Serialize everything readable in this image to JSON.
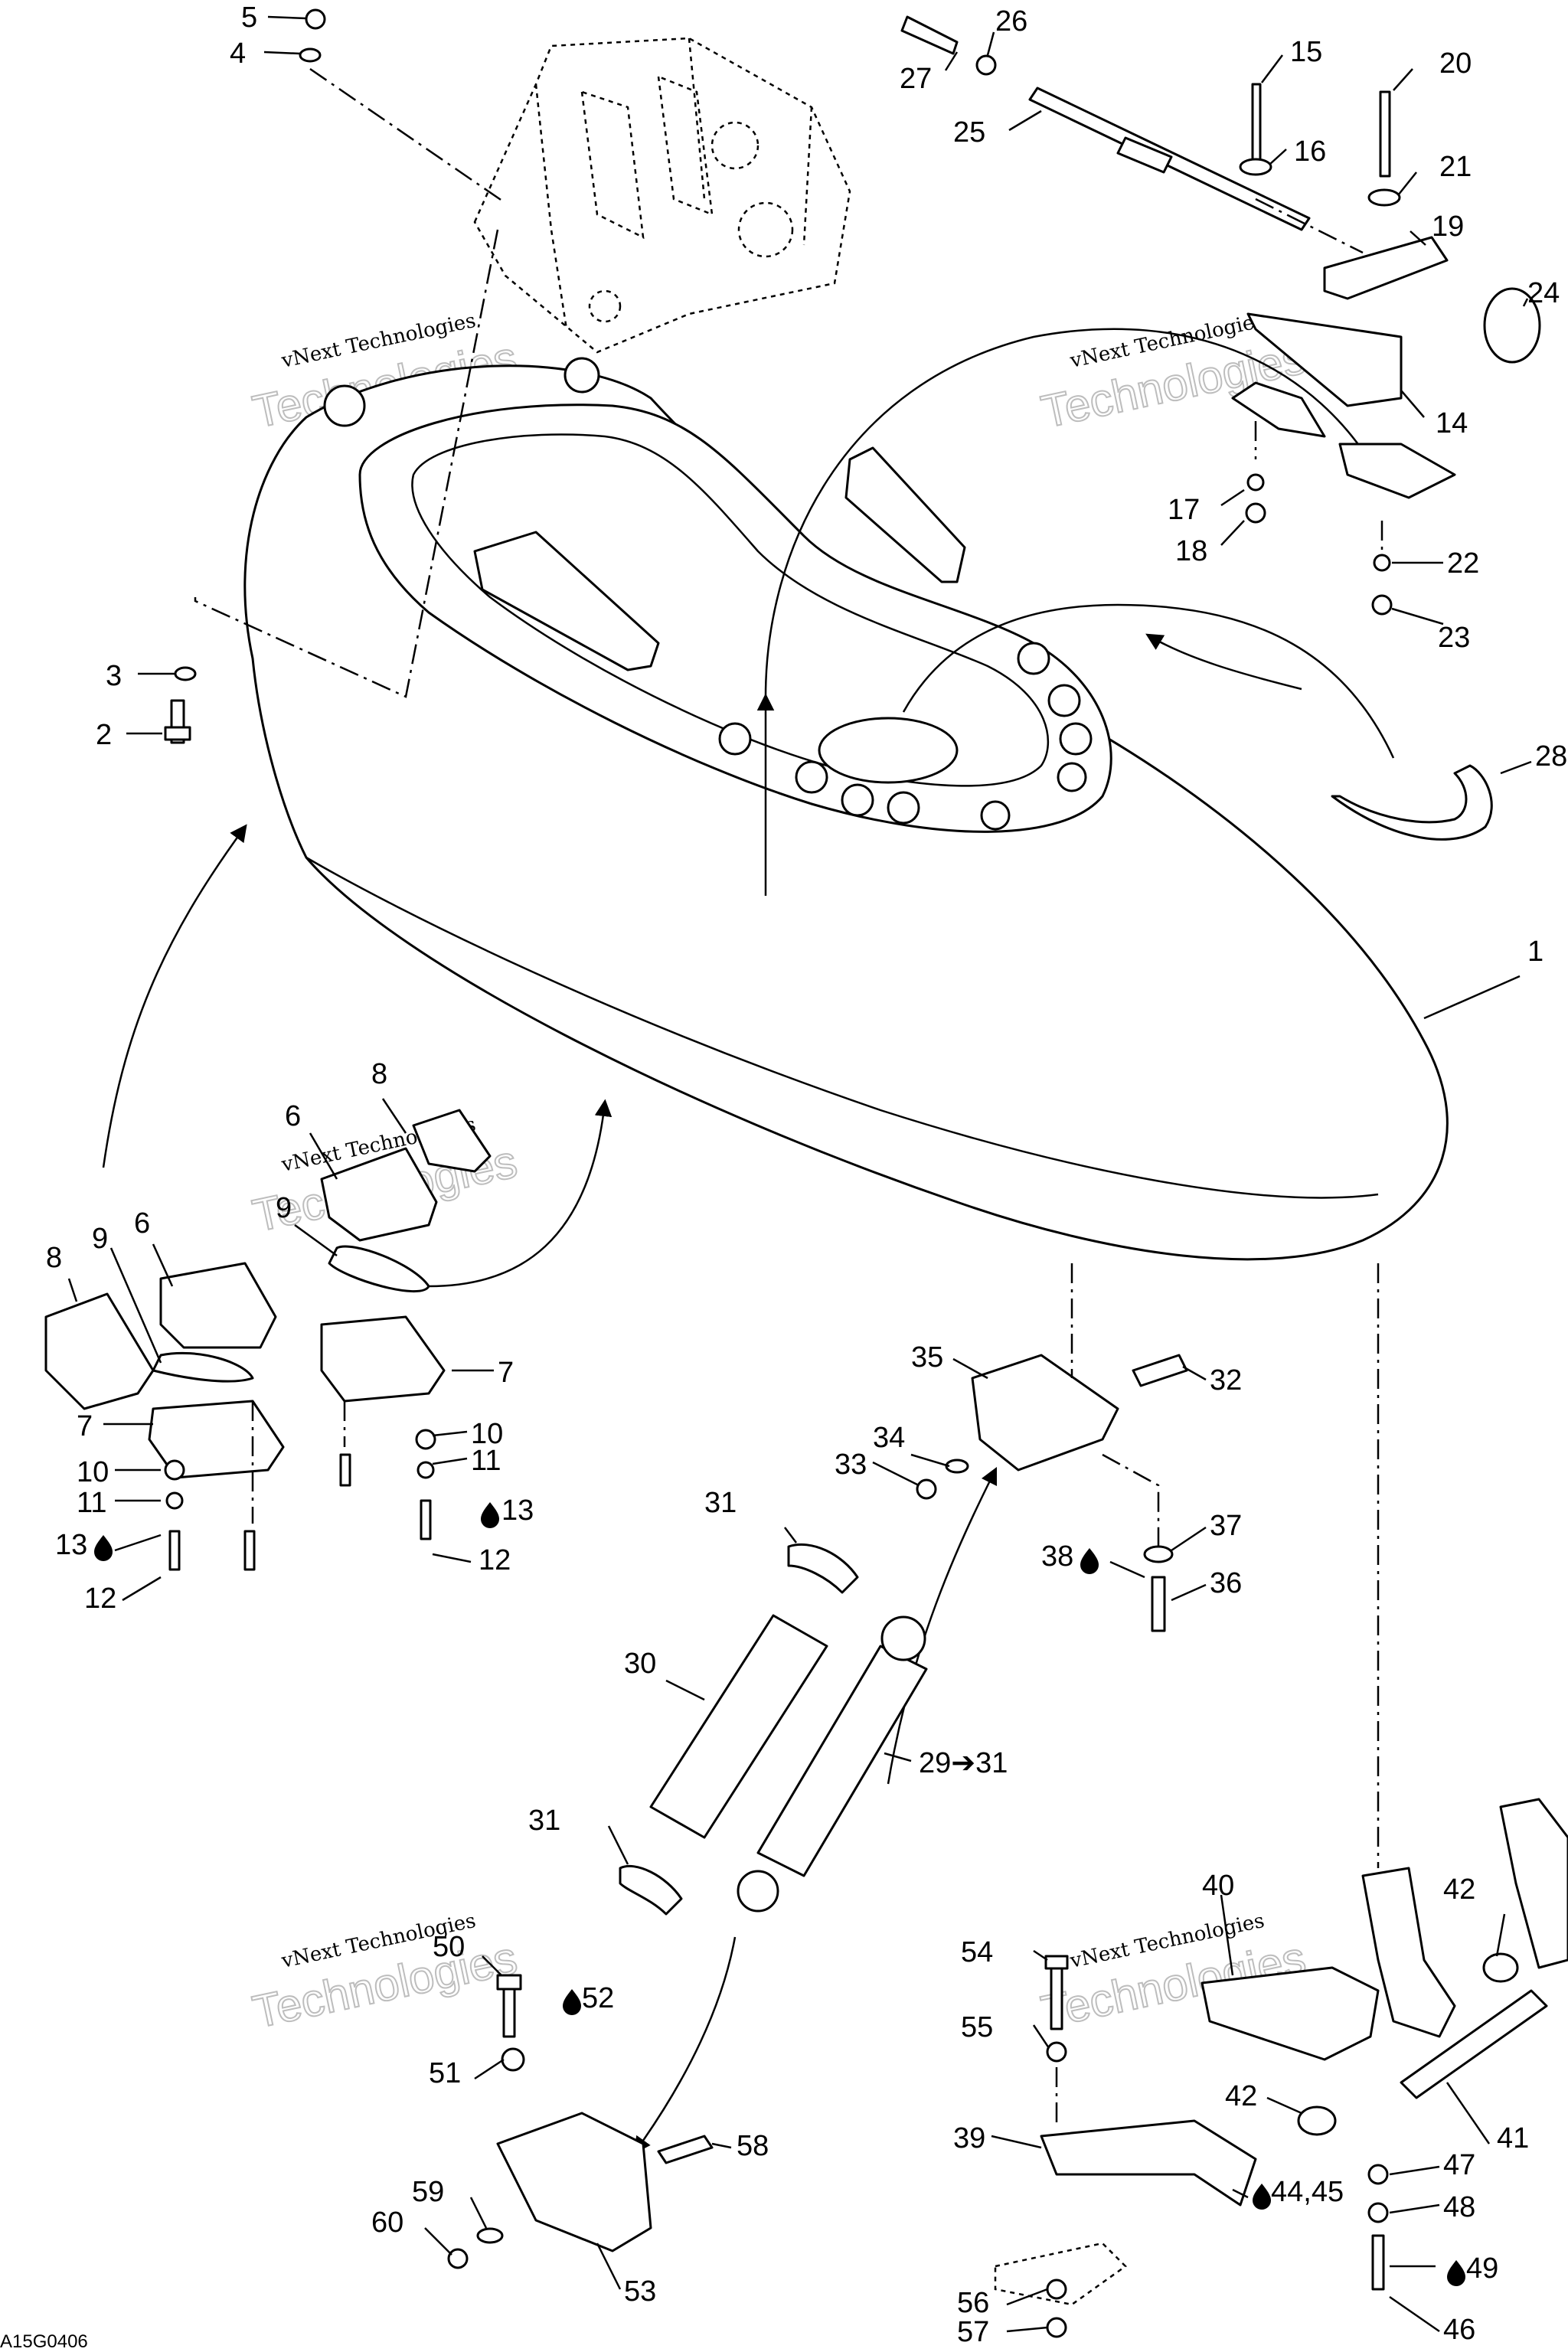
{
  "diagram": {
    "footer_code": "A15G0406",
    "watermark": {
      "line1": "vNext Technologies",
      "line2": "Technologies"
    },
    "labels": [
      {
        "id": "l5",
        "text": "5"
      },
      {
        "id": "l4",
        "text": "4"
      },
      {
        "id": "l3",
        "text": "3"
      },
      {
        "id": "l2",
        "text": "2"
      },
      {
        "id": "l26",
        "text": "26"
      },
      {
        "id": "l27",
        "text": "27"
      },
      {
        "id": "l25",
        "text": "25"
      },
      {
        "id": "l15",
        "text": "15"
      },
      {
        "id": "l16",
        "text": "16"
      },
      {
        "id": "l20",
        "text": "20"
      },
      {
        "id": "l21",
        "text": "21"
      },
      {
        "id": "l19",
        "text": "19"
      },
      {
        "id": "l24",
        "text": "24"
      },
      {
        "id": "l14",
        "text": "14"
      },
      {
        "id": "l17",
        "text": "17"
      },
      {
        "id": "l18",
        "text": "18"
      },
      {
        "id": "l22",
        "text": "22"
      },
      {
        "id": "l23",
        "text": "23"
      },
      {
        "id": "l28",
        "text": "28"
      },
      {
        "id": "l1",
        "text": "1"
      },
      {
        "id": "l8a",
        "text": "8"
      },
      {
        "id": "l6a",
        "text": "6"
      },
      {
        "id": "l9a",
        "text": "9"
      },
      {
        "id": "l8b",
        "text": "8"
      },
      {
        "id": "l9b",
        "text": "9"
      },
      {
        "id": "l6b",
        "text": "6"
      },
      {
        "id": "l7a",
        "text": "7"
      },
      {
        "id": "l7b",
        "text": "7"
      },
      {
        "id": "l10a",
        "text": "10"
      },
      {
        "id": "l11a",
        "text": "11"
      },
      {
        "id": "l13a",
        "text": "13"
      },
      {
        "id": "l12a",
        "text": "12"
      },
      {
        "id": "l10b",
        "text": "10"
      },
      {
        "id": "l11b",
        "text": "11"
      },
      {
        "id": "l13b",
        "text": "13"
      },
      {
        "id": "l12b",
        "text": "12"
      },
      {
        "id": "l35",
        "text": "35"
      },
      {
        "id": "l32",
        "text": "32"
      },
      {
        "id": "l34",
        "text": "34"
      },
      {
        "id": "l33",
        "text": "33"
      },
      {
        "id": "l37",
        "text": "37"
      },
      {
        "id": "l38",
        "text": "38"
      },
      {
        "id": "l36",
        "text": "36"
      },
      {
        "id": "l31a",
        "text": "31"
      },
      {
        "id": "l30",
        "text": "30"
      },
      {
        "id": "l29",
        "text": "29➔31"
      },
      {
        "id": "l31b",
        "text": "31"
      },
      {
        "id": "l50",
        "text": "50"
      },
      {
        "id": "l52",
        "text": "52"
      },
      {
        "id": "l51",
        "text": "51"
      },
      {
        "id": "l58",
        "text": "58"
      },
      {
        "id": "l59",
        "text": "59"
      },
      {
        "id": "l60",
        "text": "60"
      },
      {
        "id": "l53",
        "text": "53"
      },
      {
        "id": "l40",
        "text": "40"
      },
      {
        "id": "l42a",
        "text": "42"
      },
      {
        "id": "l54",
        "text": "54"
      },
      {
        "id": "l55",
        "text": "55"
      },
      {
        "id": "l42b",
        "text": "42"
      },
      {
        "id": "l41",
        "text": "41"
      },
      {
        "id": "l39",
        "text": "39"
      },
      {
        "id": "l44",
        "text": "44,45"
      },
      {
        "id": "l47",
        "text": "47"
      },
      {
        "id": "l48",
        "text": "48"
      },
      {
        "id": "l56",
        "text": "56"
      },
      {
        "id": "l49",
        "text": "49"
      },
      {
        "id": "l57",
        "text": "57"
      },
      {
        "id": "l46",
        "text": "46"
      }
    ]
  }
}
